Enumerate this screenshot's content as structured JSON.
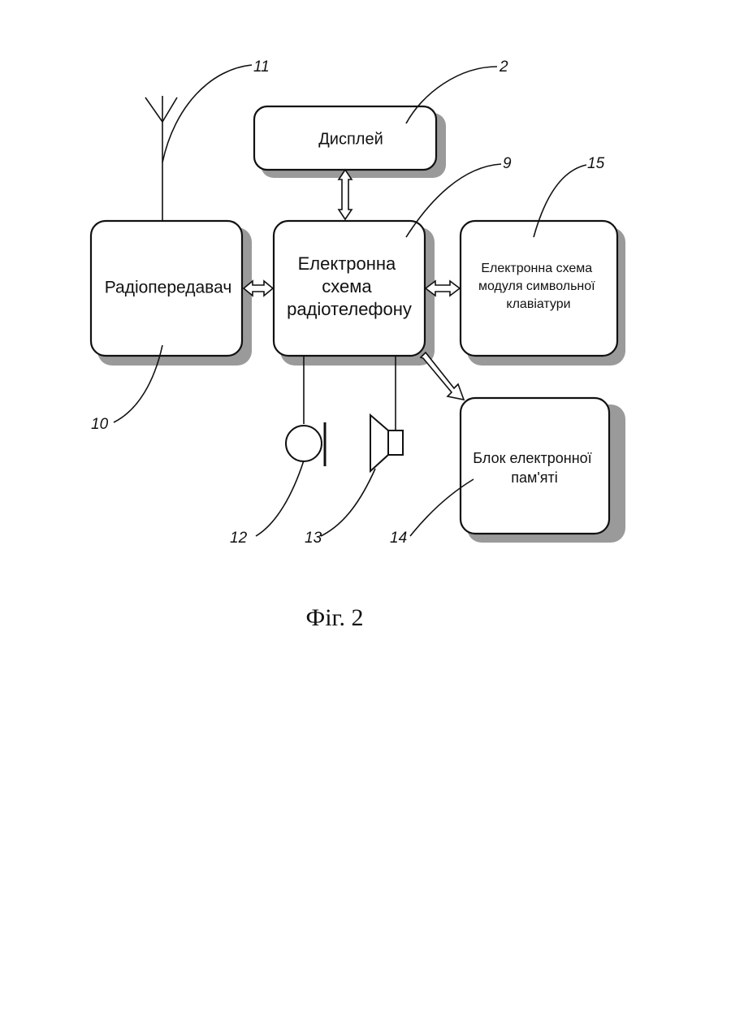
{
  "blocks": {
    "display": {
      "label": "Дисплей"
    },
    "radio_transmitter": {
      "label": "Радіопередавач"
    },
    "phone_circuit": {
      "label_lines": [
        "Електронна",
        "схема",
        "радіотелефону"
      ]
    },
    "keyboard_circuit": {
      "label_lines": [
        "Електронна схема",
        "модуля символьної",
        "клавіатури"
      ]
    },
    "memory_block": {
      "label_lines": [
        "Блок електронної",
        "пам'яті"
      ]
    }
  },
  "reference_numerals": {
    "display": "2",
    "phone_circuit": "9",
    "radio_transmitter": "10",
    "antenna": "11",
    "microphone": "12",
    "speaker": "13",
    "memory_block": "14",
    "keyboard_circuit": "15"
  },
  "caption": "Фіг. 2",
  "icons": {
    "antenna": "antenna-icon",
    "microphone": "microphone-icon",
    "speaker": "speaker-icon"
  }
}
